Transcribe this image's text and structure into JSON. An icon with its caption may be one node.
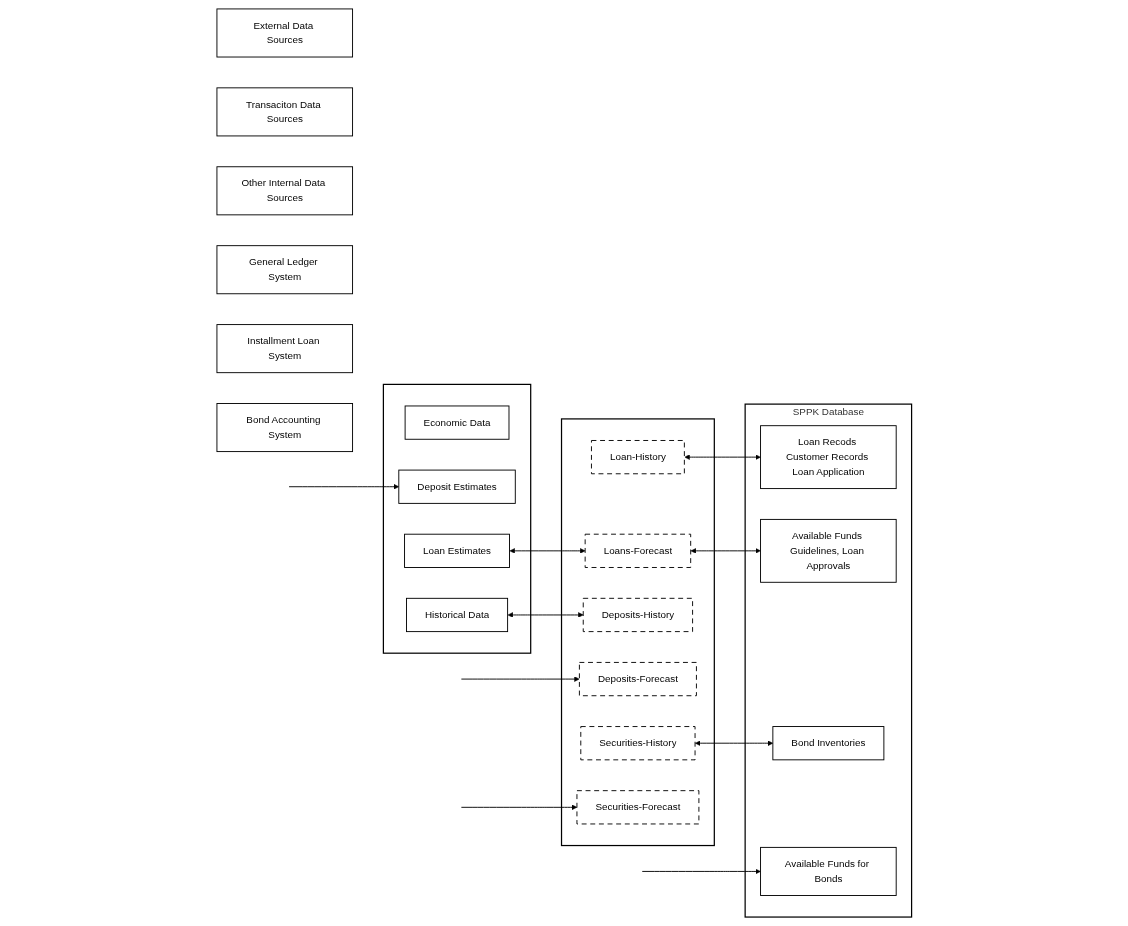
{
  "diagram": {
    "nodes": [
      {
        "text": [
          "External Data Sources"
        ]
      },
      {
        "text": [
          "Transaciton Data Sources"
        ]
      },
      {
        "text": [
          "Other Internal Data Sources"
        ]
      },
      {
        "text": [
          "General Ledger System"
        ]
      },
      {
        "text": [
          "Installment Loan System"
        ]
      },
      {
        "text": [
          "Bond Accounting System"
        ]
      },
      {
        "text": [],
        "shape": "box"
      },
      {
        "text": [
          "Economic Data"
        ],
        "in": 6
      },
      {
        "text": [
          "Deposit Estimates"
        ],
        "in": 6
      },
      {
        "text": [
          "Historical Data"
        ],
        "in": 6
      },
      {
        "text": [
          "Loan Estimates"
        ],
        "in": 6
      },
      {
        "text": [],
        "shape": "box"
      },
      {
        "text": [
          "Loan-History"
        ],
        "in": 11
      },
      {
        "text": [
          "Loans-Forecast"
        ],
        "in": 11
      },
      {
        "text": [
          "Deposits-History"
        ],
        "in": 11
      },
      {
        "text": [
          "Deposits-Forecast"
        ],
        "in": 11
      },
      {
        "text": [
          "Securities-History"
        ],
        "in": 11
      },
      {
        "text": [
          "Securities-Forecast"
        ],
        "in": 11
      },
      {
        "text": [
          "SPPK Database"
        ]
      },
      {
        "text": [
          "Loan Recods Customer Records Loan Application"
        ],
        "in": 18
      },
      {
        "text": [
          "Available Funds Guidelines, Loan Approvals"
        ],
        "in": 18
      },
      {
        "text": [
          "Bond Inventories"
        ],
        "in": 18
      },
      {
        "text": [
          "Available Funds for Bonds"
        ],
        "in": 18
      }
    ],
    "edges": [
      {
        "from": 9,
        "to": 14,
        "arrow": "both"
      },
      {
        "from": 12,
        "to": 19,
        "arrow": "both"
      },
      {
        "from": 16,
        "to": 21,
        "arrow": "both"
      },
      {
        "from": null,
        "to": 8,
        "arrow": "to"
      },
      {
        "from": 10,
        "to": 13,
        "arrow": "both"
      },
      {
        "from": 13,
        "to": 20,
        "arrow": "both"
      },
      {
        "from": null,
        "to": 15,
        "arrow": "to"
      },
      {
        "from": null,
        "to": 17,
        "arrow": "to"
      },
      {
        "from": null,
        "to": 22,
        "arrow": "to"
      }
    ]
  }
}
